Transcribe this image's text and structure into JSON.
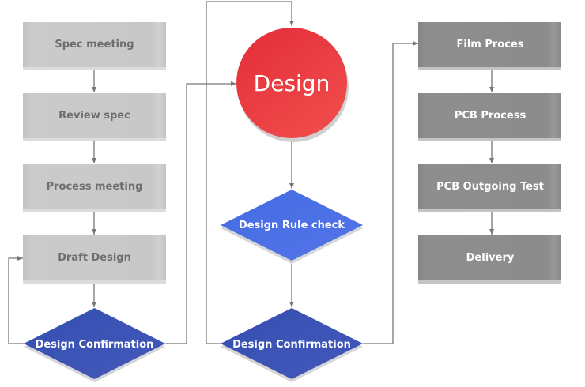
{
  "colors": {
    "light_box": "#c8c8c8",
    "light_box_text": "#6e6e6e",
    "dark_box": "#8c8c8c",
    "dark_box_text": "#ffffff",
    "dark_diamond": "#3a52b4",
    "light_diamond": "#4a6fe3",
    "circle": "#e8363f",
    "connector": "#777777"
  },
  "left_column": {
    "steps": [
      {
        "label": "Spec meeting"
      },
      {
        "label": "Review spec"
      },
      {
        "label": "Process meeting"
      },
      {
        "label": "Draft Design"
      }
    ],
    "decision": {
      "label": "Design Confirmation"
    }
  },
  "middle_column": {
    "design_node": {
      "label": "Design"
    },
    "rule_check": {
      "label": "Design Rule check"
    },
    "decision": {
      "label": "Design Confirmation"
    }
  },
  "right_column": {
    "steps": [
      {
        "label": "Film Proces"
      },
      {
        "label": "PCB Process"
      },
      {
        "label": "PCB Outgoing Test"
      },
      {
        "label": "Delivery"
      }
    ]
  }
}
